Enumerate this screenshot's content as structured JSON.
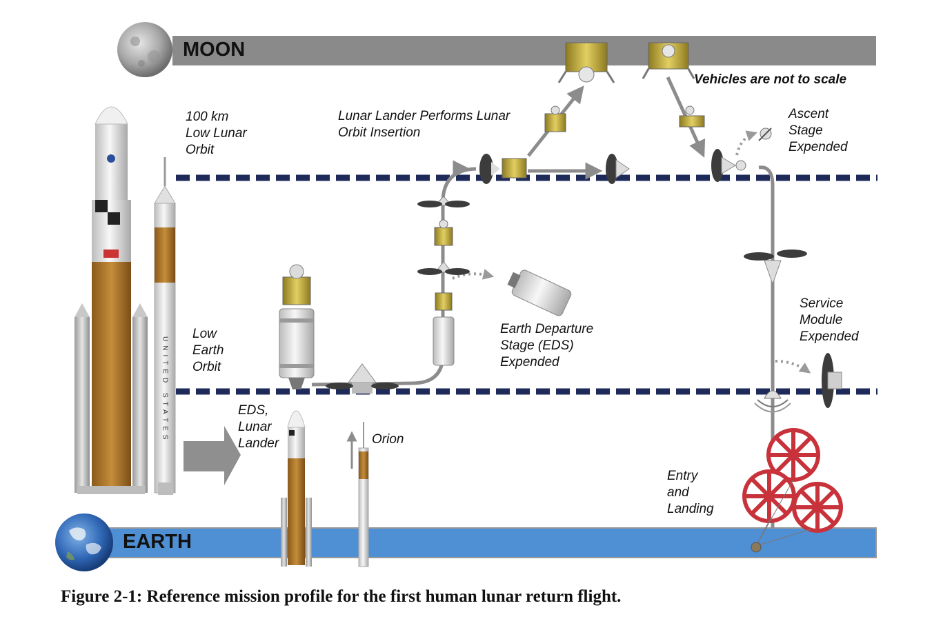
{
  "bands": {
    "moon": "MOON",
    "earth": "EARTH"
  },
  "note": "Vehicles are not to scale",
  "labels": {
    "low_lunar_orbit": "100 km\nLow Lunar\nOrbit",
    "low_earth_orbit": "Low\nEarth\nOrbit",
    "loi": "Lunar Lander Performs Lunar\nOrbit Insertion",
    "ascent_expended": "Ascent\nStage\nExpended",
    "eds_expended": "Earth Departure\nStage (EDS)\nExpended",
    "sm_expended": "Service\nModule\nExpended",
    "eds_lander": "EDS,\nLunar\nLander",
    "orion": "Orion",
    "entry_landing": "Entry\nand\nLanding"
  },
  "flag_text": "UNITED STATES",
  "caption": "Figure 2-1: Reference mission profile for the first human lunar return flight.",
  "colors": {
    "moon_band": "#8a8a8a",
    "earth_band": "#4f8fd3",
    "orbit_dash": "#1e2a5a",
    "path": "#8c8c8c",
    "orange_tank": "#b07a2c",
    "lander_gold": "#c9b03c",
    "chute_red": "#c8323a"
  }
}
